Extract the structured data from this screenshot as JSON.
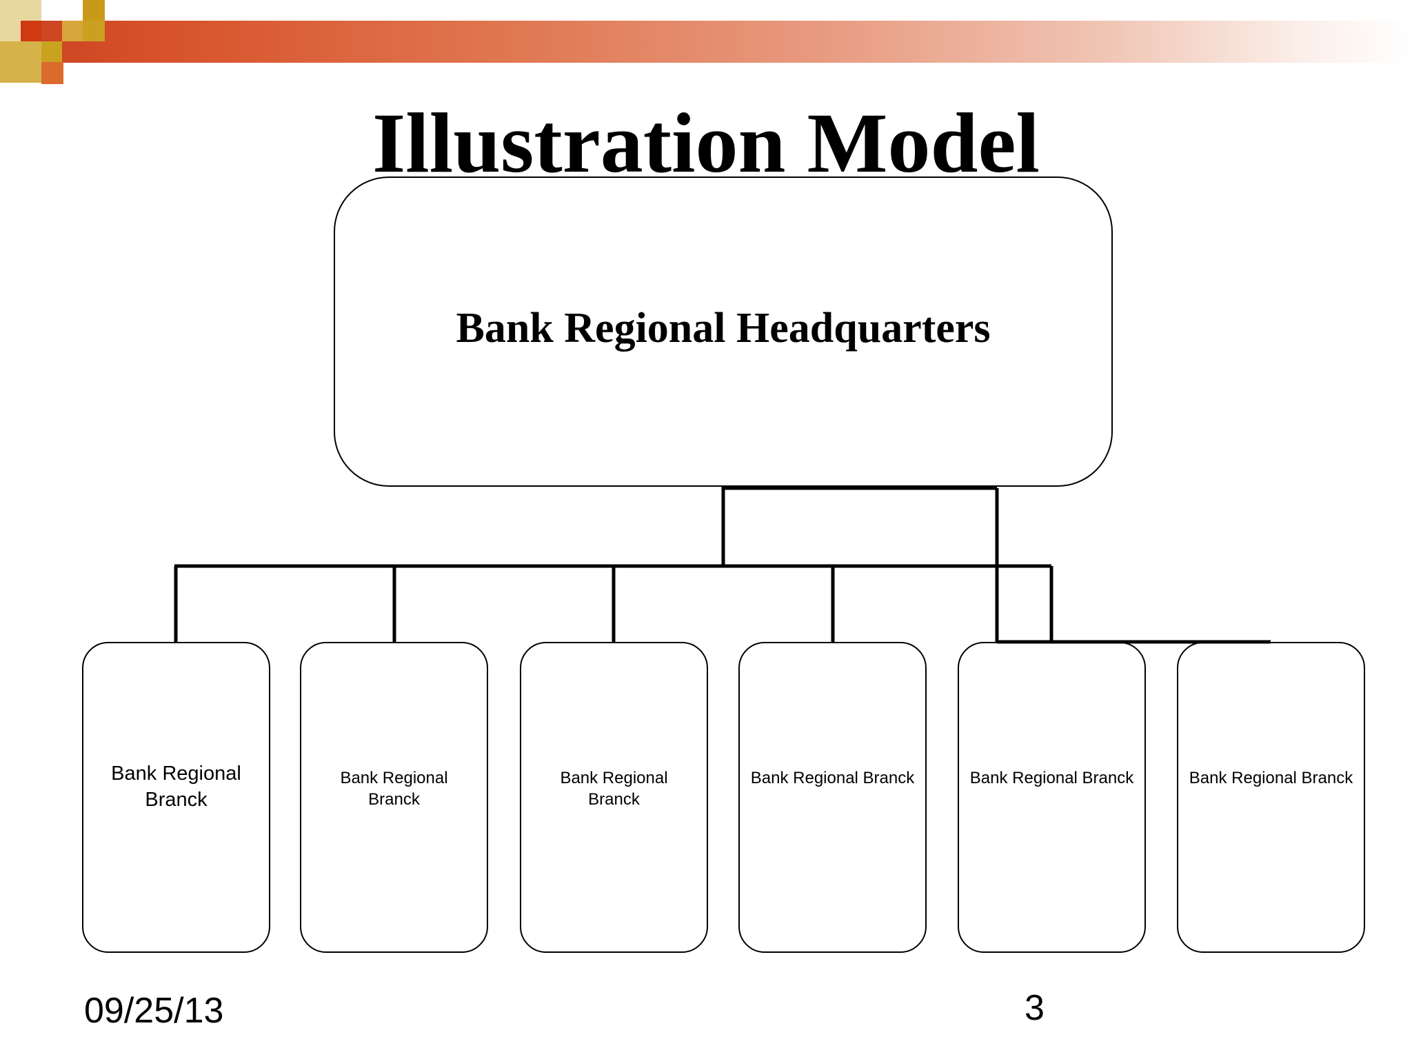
{
  "slide": {
    "title": "Illustration Model",
    "date": "09/25/13",
    "page_number": "3"
  },
  "diagram": {
    "root": {
      "label": "Bank Regional Headquarters"
    },
    "branches": [
      {
        "label": "Bank Regional Branck"
      },
      {
        "label": "Bank Regional Branck"
      },
      {
        "label": "Bank Regional Branck"
      },
      {
        "label": "Bank Regional Branck"
      },
      {
        "label": "Bank Regional Branck"
      },
      {
        "label": "Bank Regional Branck"
      }
    ]
  },
  "colors": {
    "band_start": "#c9401f",
    "band_end": "#ffffff",
    "deco_gold": "#d4a017",
    "deco_orange": "#d8532b"
  }
}
